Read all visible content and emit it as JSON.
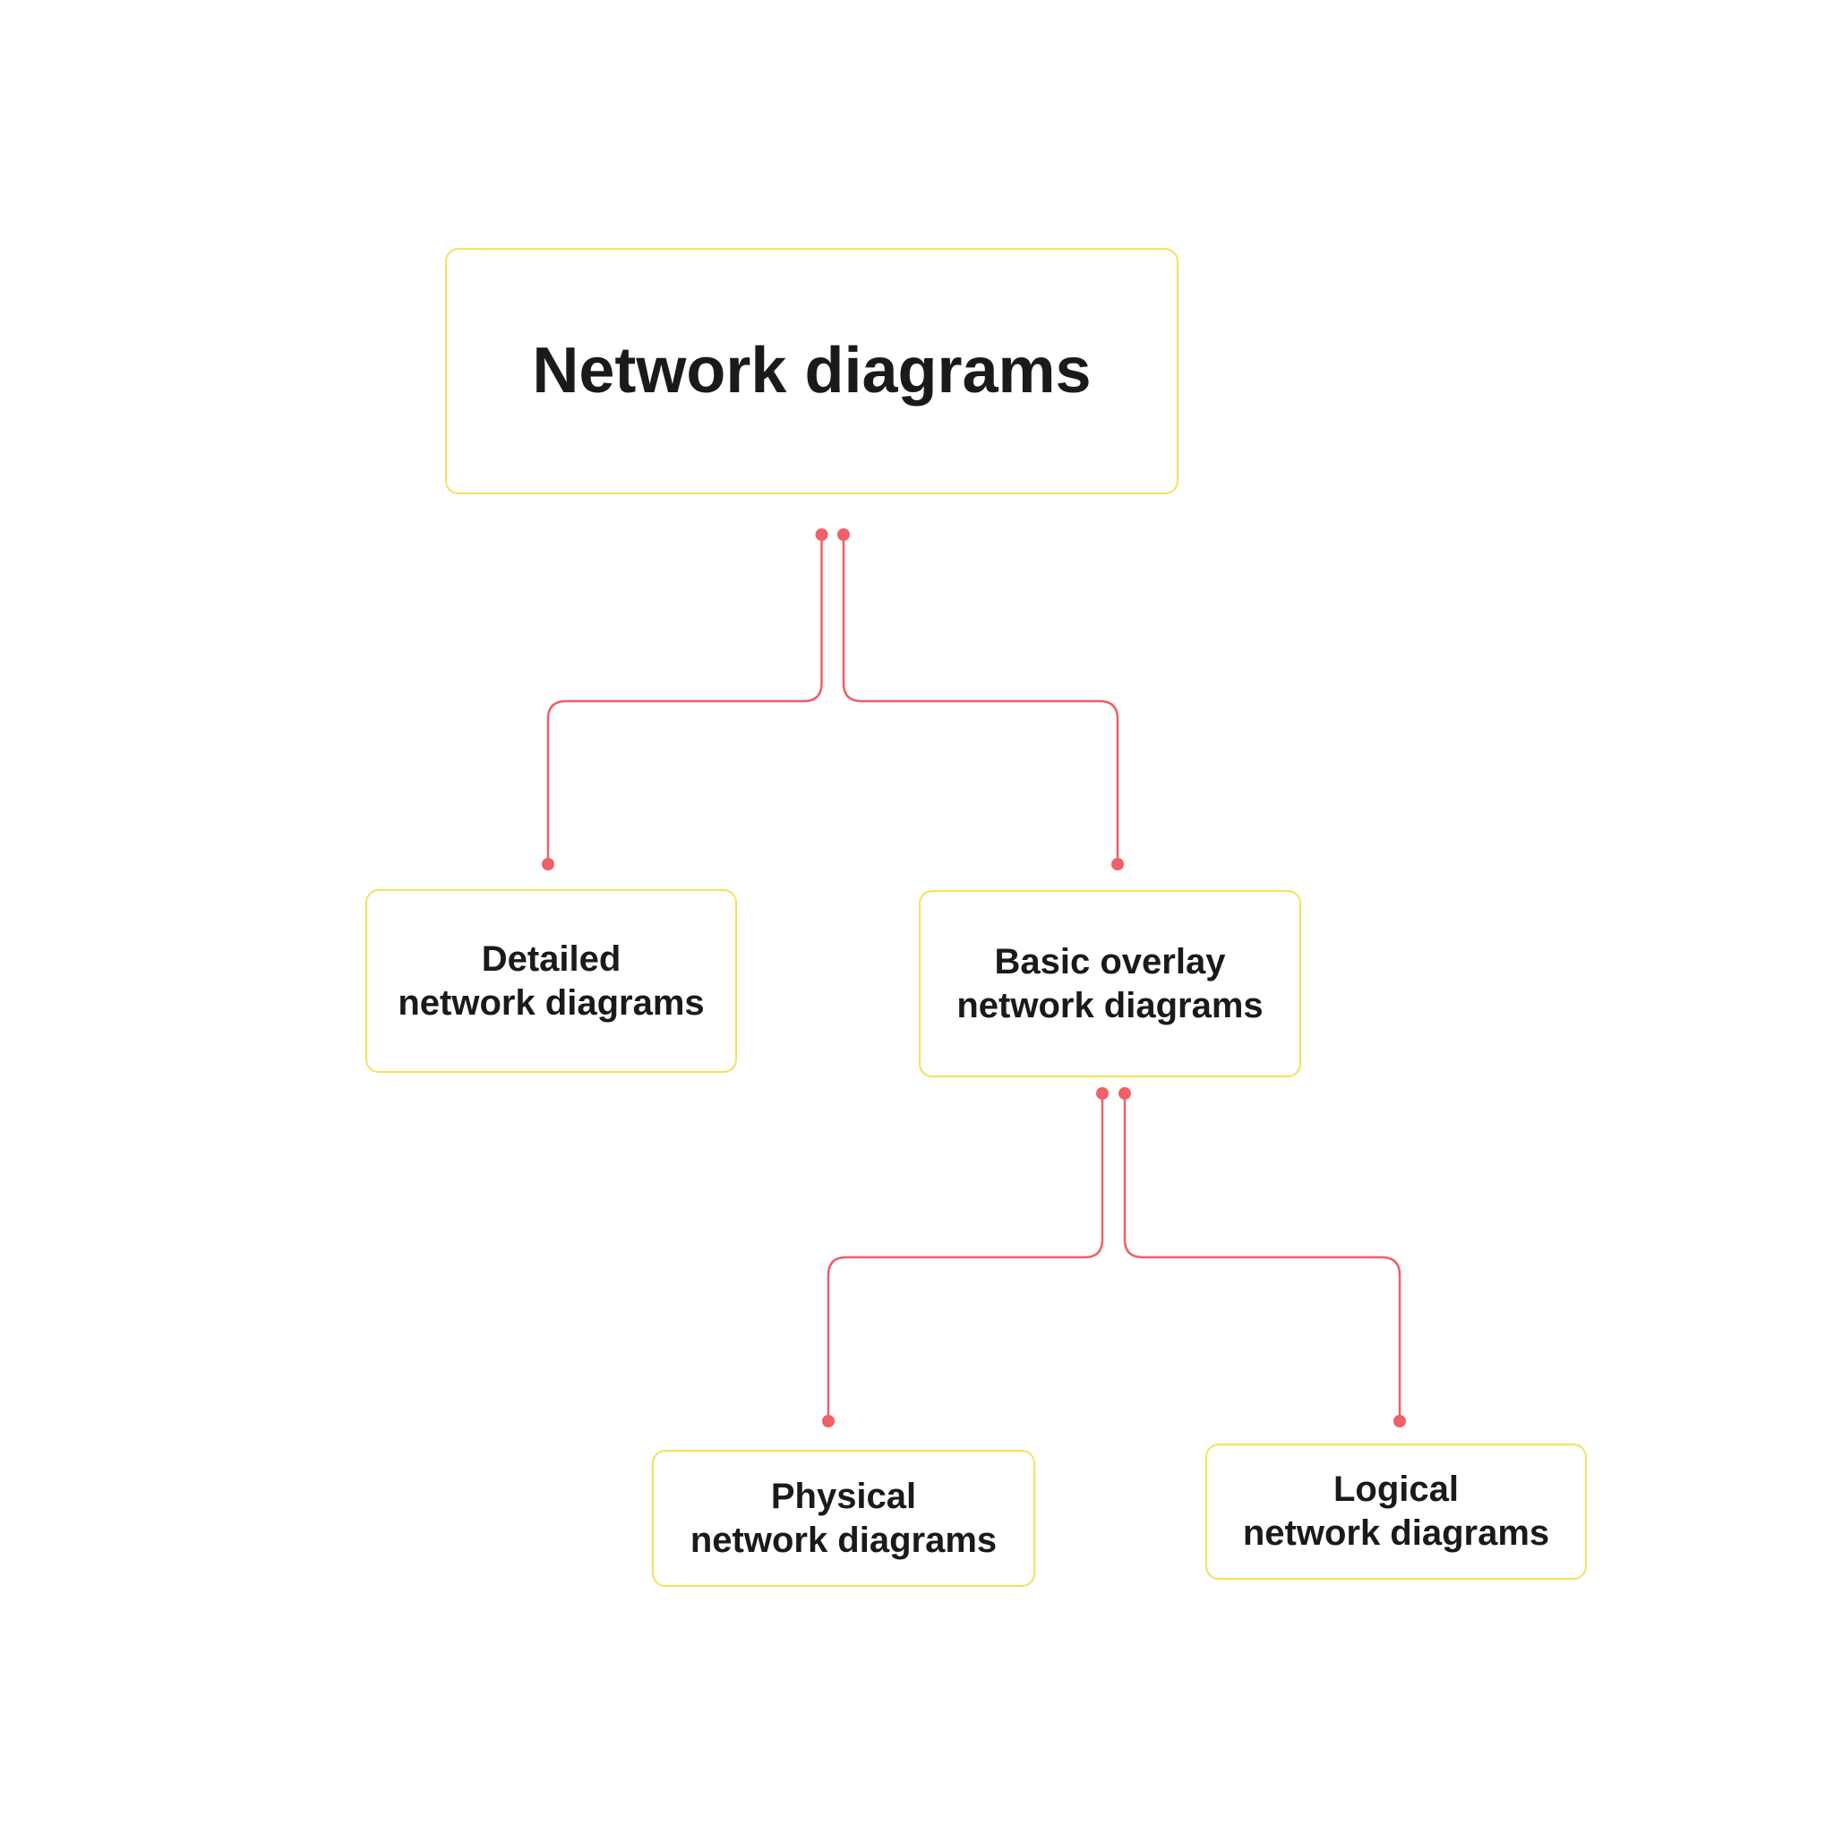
{
  "diagram": {
    "title": "Network diagrams",
    "nodes": {
      "root": {
        "label": "Network diagrams"
      },
      "detailed": {
        "label": "Detailed\nnetwork diagrams"
      },
      "basic_overlay": {
        "label": "Basic overlay\nnetwork diagrams"
      },
      "physical": {
        "label": "Physical\nnetwork diagrams"
      },
      "logical": {
        "label": "Logical\nnetwork diagrams"
      }
    },
    "edges": [
      {
        "from": "root",
        "to": "detailed"
      },
      {
        "from": "root",
        "to": "basic_overlay"
      },
      {
        "from": "basic_overlay",
        "to": "physical"
      },
      {
        "from": "basic_overlay",
        "to": "logical"
      }
    ]
  },
  "colors": {
    "box_border": "#F5E15A",
    "connector": "#F15F68",
    "text": "#1A1A1A",
    "background": "#FFFFFF"
  }
}
